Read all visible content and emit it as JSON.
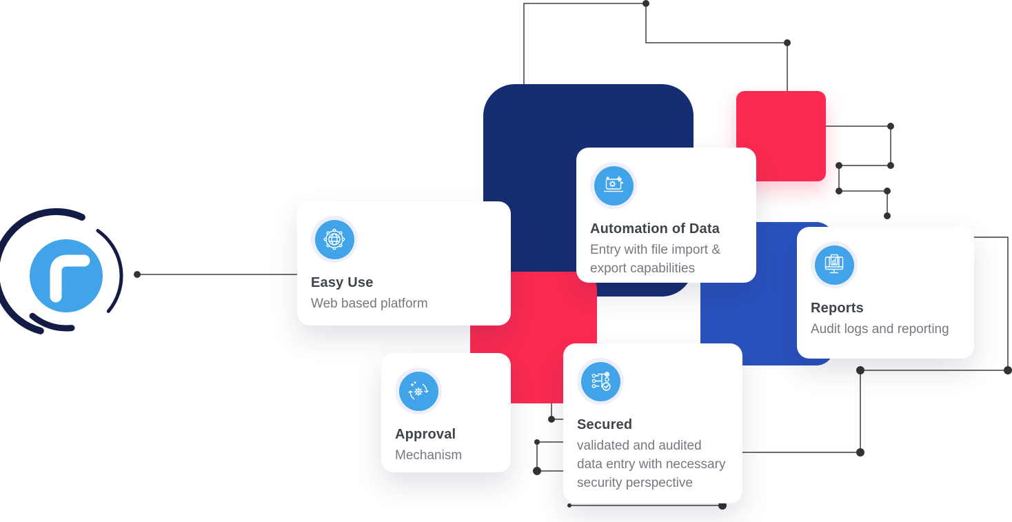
{
  "diagram": {
    "logo": {
      "icon": "r-mark-logo-icon"
    },
    "cards": [
      {
        "id": "easy-use",
        "icon": "network-globe-icon",
        "title": "Easy Use",
        "description": "Web based platform"
      },
      {
        "id": "automation",
        "icon": "laptop-gear-icon",
        "title": "Automation of Data",
        "description": "Entry with file import & export capabilities"
      },
      {
        "id": "approval",
        "icon": "sync-gear-icon",
        "title": "Approval",
        "description": "Mechanism"
      },
      {
        "id": "secured",
        "icon": "flowchart-check-icon",
        "title": "Secured",
        "description": "validated and audited data entry with necessary security perspective"
      },
      {
        "id": "reports",
        "icon": "monitor-chart-icon",
        "title": "Reports",
        "description": "Audit logs and reporting"
      }
    ],
    "colors": {
      "navy": "#172d72",
      "pink_red": "#fa2a51",
      "royal_blue": "#2a52bd",
      "icon_blue": "#41a4e8",
      "icon_ring": "#edeffa",
      "connector_line": "#3d3d3d",
      "connector_dot": "#333333",
      "title_text": "#3f434a",
      "description_text": "#75787e",
      "card_background": "#ffffff"
    }
  }
}
